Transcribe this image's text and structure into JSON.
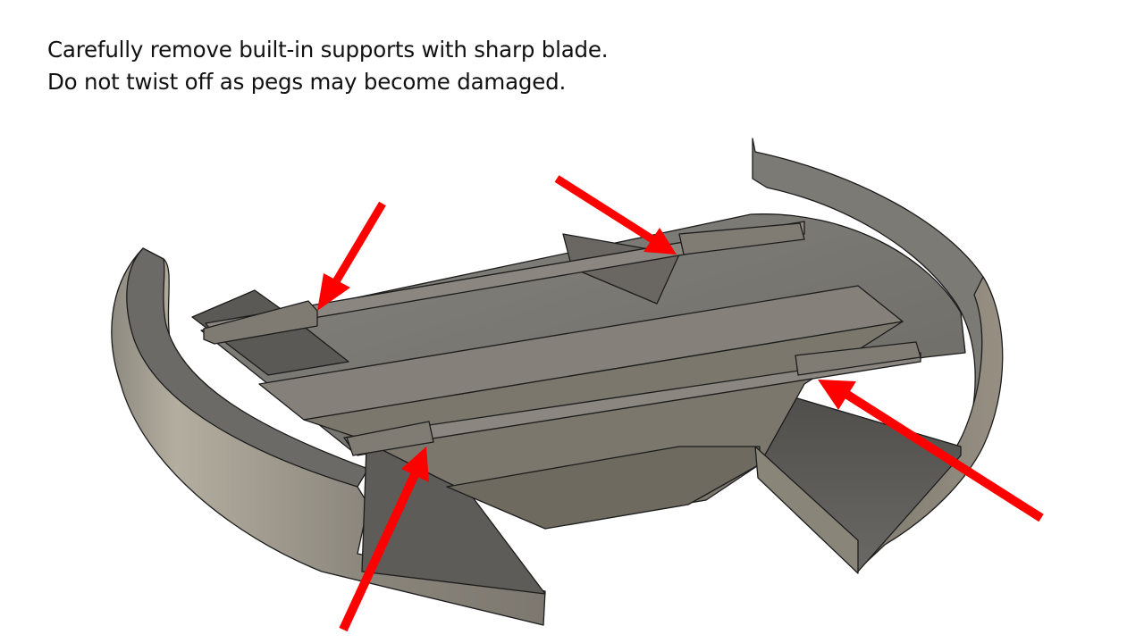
{
  "slide": {
    "instructions": {
      "line1": "Carefully remove built-in supports with sharp blade.",
      "line2": "Do not twist off as pegs may become damaged."
    },
    "figure": {
      "subject": "3D-printed part with built-in supports (render)",
      "arrow_color": "#ff0000",
      "part_colors": {
        "light_face": "#8a8680",
        "mid_face": "#6e6c68",
        "dark_face": "#55544f",
        "side_face": "#9b968a",
        "outline": "#1a1a1a"
      },
      "arrows": [
        {
          "id": "arrow-top-left",
          "target": "peg support left"
        },
        {
          "id": "arrow-top-center",
          "target": "peg support top"
        },
        {
          "id": "arrow-right",
          "target": "peg support right"
        },
        {
          "id": "arrow-bottom",
          "target": "peg support front"
        }
      ]
    }
  }
}
